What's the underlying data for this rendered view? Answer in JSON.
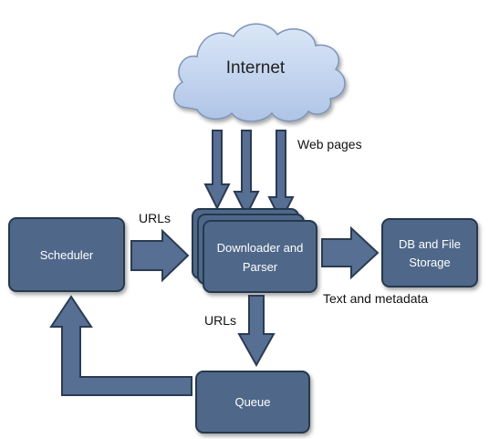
{
  "colors": {
    "box_fill": "#4f6789",
    "box_stroke": "#28384d",
    "arrow_fill": "#566f93",
    "cloud_fill": "#c4d6f2",
    "cloud_stroke": "#7e94b6"
  },
  "nodes": {
    "internet": "Internet",
    "scheduler": "Scheduler",
    "downloader_line1": "Downloader and",
    "downloader_line2": "Parser",
    "storage_line1": "DB and File",
    "storage_line2": "Storage",
    "queue": "Queue"
  },
  "edges": {
    "web_pages": "Web pages",
    "urls_in": "URLs",
    "text_metadata": "Text and metadata",
    "urls_out": "URLs"
  }
}
